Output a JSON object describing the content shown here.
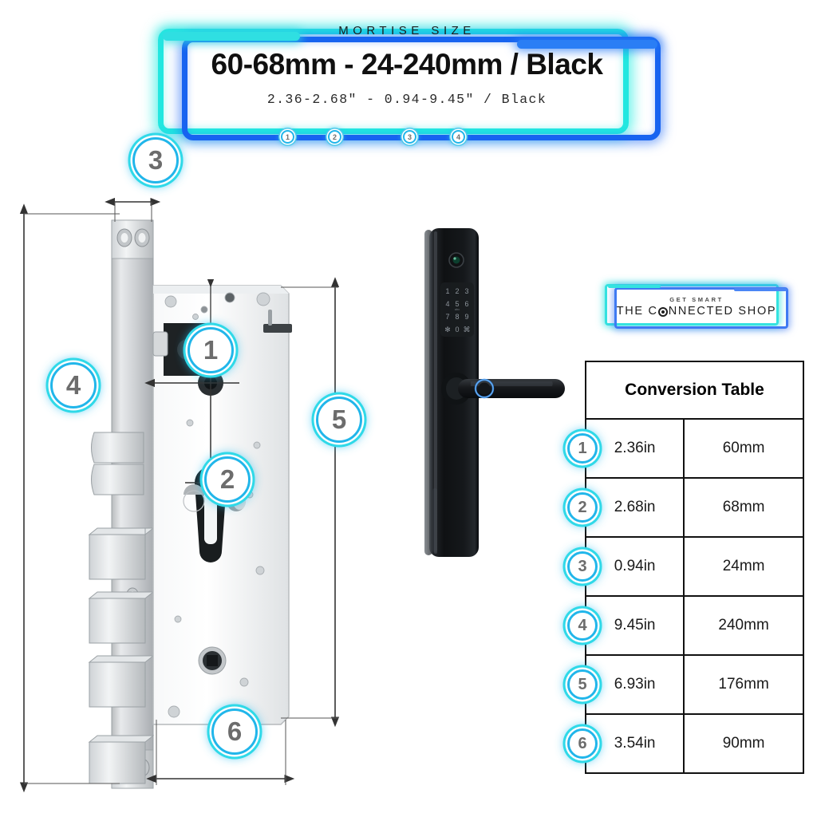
{
  "header": {
    "eyebrow": "MORTISE SIZE",
    "title": "60-68mm - 24-240mm / Black",
    "subtitle": "2.36-2.68\" - 0.94-9.45\" / Black",
    "frame_cyan_color": "#22e7e0",
    "frame_blue_color": "#1763f0",
    "markers": [
      {
        "label": "1"
      },
      {
        "label": "2"
      },
      {
        "label": "3"
      },
      {
        "label": "4"
      }
    ]
  },
  "diagram": {
    "title": "mortise-lock-dimension-diagram",
    "callouts": [
      {
        "label": "3",
        "meaning": "backset-width-top"
      },
      {
        "label": "4",
        "meaning": "faceplate-total-length"
      },
      {
        "label": "1",
        "meaning": "lock-body-upper-offset"
      },
      {
        "label": "5",
        "meaning": "lock-body-height"
      },
      {
        "label": "2",
        "meaning": "cylinder-center-distance"
      },
      {
        "label": "6",
        "meaning": "lock-body-width"
      }
    ]
  },
  "lock_photo": {
    "name": "smart-door-lock-black",
    "keypad_rows": [
      [
        "1",
        "2",
        "3"
      ],
      [
        "4",
        "5",
        "6"
      ],
      [
        "7",
        "8",
        "9"
      ],
      [
        "✳",
        "0",
        "⌘"
      ]
    ]
  },
  "logo": {
    "eyebrow": "GET SMART",
    "name_before": "THE C",
    "name_after": "NNECTED SHOP",
    "cyan": "#34e3e0",
    "blue": "#3f7af2"
  },
  "conversion_table": {
    "title": "Conversion Table",
    "rows": [
      {
        "marker": "1",
        "inches": "2.36in",
        "mm": "60mm"
      },
      {
        "marker": "2",
        "inches": "2.68in",
        "mm": "68mm"
      },
      {
        "marker": "3",
        "inches": "0.94in",
        "mm": "24mm"
      },
      {
        "marker": "4",
        "inches": "9.45in",
        "mm": "240mm"
      },
      {
        "marker": "5",
        "inches": "6.93in",
        "mm": "176mm"
      },
      {
        "marker": "6",
        "inches": "3.54in",
        "mm": "90mm"
      }
    ]
  }
}
